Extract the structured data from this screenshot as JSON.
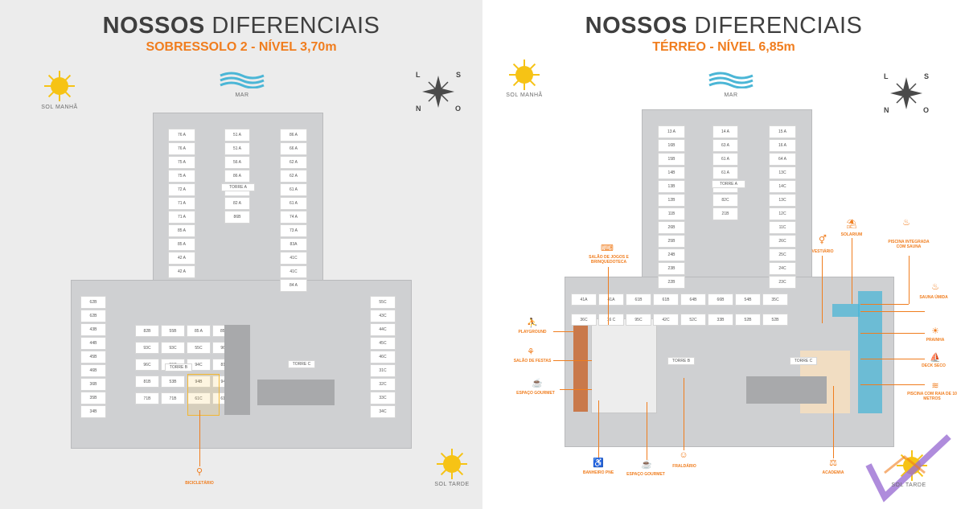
{
  "left": {
    "title_bold": "NOSSOS",
    "title_light": "DIFERENCIAIS",
    "subtitle": "SOBRESSOLO 2 - NÍVEL 3,70m",
    "sol_manha": "SOL MANHÃ",
    "mar": "MAR",
    "sol_tarde": "SOL TARDE",
    "compass": {
      "n": "N",
      "s": "S",
      "l": "L",
      "o": "O"
    },
    "callouts": [
      "BICICLETÁRIO"
    ],
    "stalls_left": [
      "76 A",
      "76 A",
      "75 A",
      "75 A",
      "72 A",
      "71 A",
      "71 A",
      "85 A",
      "85 A",
      "42 A",
      "42 A"
    ],
    "stalls_mid": [
      "51 A",
      "51 A",
      "56 A",
      "86 A",
      "82 A",
      "82 A",
      "86B"
    ],
    "stalls_right": [
      "86 A",
      "66 A",
      "62 A",
      "62 A",
      "61 A",
      "61 A",
      "74 A",
      "73 A",
      "83A",
      "41C",
      "41C",
      "84 A"
    ],
    "stalls_lower_left": [
      "62B",
      "62B",
      "43B",
      "44B",
      "45B",
      "46B",
      "36B",
      "35B",
      "34B"
    ],
    "stalls_lower_right": [
      "55C",
      "43C",
      "44C",
      "45C",
      "46C",
      "31C",
      "32C",
      "33C",
      "34C"
    ],
    "stalls_lower_inner": [
      "82B",
      "55B",
      "85 A",
      "85 A",
      "93C",
      "93C",
      "55C",
      "96C",
      "96C",
      "96C",
      "94C",
      "81B",
      "81B",
      "53B",
      "94B",
      "94B",
      "71B",
      "71B",
      "61C",
      "61C"
    ],
    "torres": [
      "TORRE A",
      "TORRE B",
      "TORRE C"
    ]
  },
  "right": {
    "title_bold": "NOSSOS",
    "title_light": "DIFERENCIAIS",
    "subtitle": "TÉRREO - NÍVEL 6,85m",
    "sol_manha": "SOL MANHÃ",
    "mar": "MAR",
    "sol_tarde": "SOL TARDE",
    "compass": {
      "n": "N",
      "s": "S",
      "l": "L",
      "o": "O"
    },
    "callouts": [
      "SALÃO DE JOGOS E BRINQUEDOTECA",
      "PLAYGROUND",
      "SALÃO DE FESTAS",
      "ESPAÇO GOURMET",
      "BANHEIRO PNE",
      "ESPAÇO GOURMET",
      "FRALDÁRIO",
      "VESTIÁRIO",
      "SOLARIUM",
      "PISCINA INTEGRADA COM SAUNA",
      "SAUNA ÚMIDA",
      "PRAINHA",
      "DECK SECO",
      "PISCINA COM RAIA DE 10 METROS",
      "ACADEMIA"
    ],
    "stalls_left": [
      "13 A",
      "16B",
      "15B",
      "14B",
      "13B",
      "12B",
      "11B",
      "26B",
      "25B",
      "24B",
      "23B",
      "22B"
    ],
    "stalls_mid": [
      "14 A",
      "63 A",
      "61 A",
      "61 A",
      "82C",
      "82C",
      "21B"
    ],
    "stalls_right": [
      "15 A",
      "16 A",
      "64 A",
      "13C",
      "14C",
      "13C",
      "12C",
      "11C",
      "26C",
      "25C",
      "24C",
      "23C"
    ],
    "stalls_lower": [
      "41A",
      "41A",
      "61B",
      "61B",
      "64B",
      "66B",
      "54B",
      "35C",
      "36C",
      "16 C",
      "95C",
      "42C",
      "52C",
      "33B",
      "52B",
      "52B"
    ],
    "torres": [
      "TORRE A",
      "TORRE B",
      "TORRE C"
    ]
  },
  "colors": {
    "accent": "#f07d1e",
    "sun": "#f6c315",
    "sea": "#4bb6d6",
    "plan": "#cfd0d2"
  }
}
